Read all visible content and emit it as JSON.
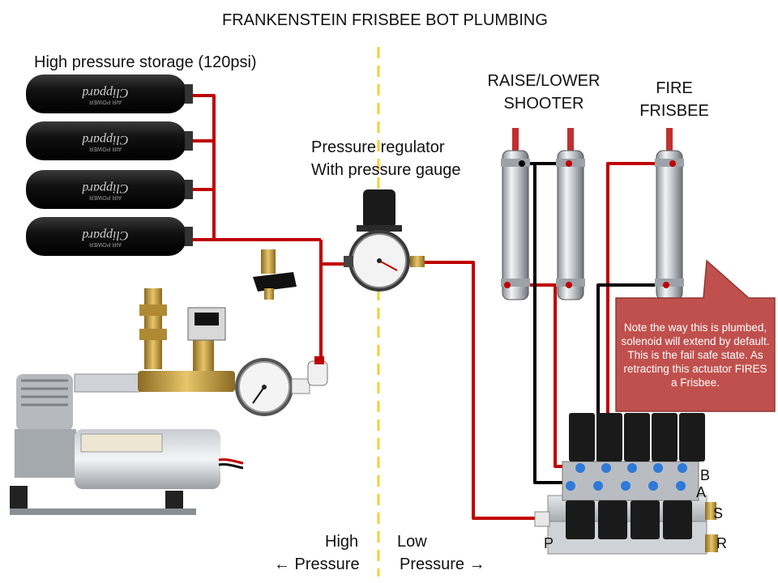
{
  "title": "FRANKENSTEIN FRISBEE BOT PLUMBING",
  "labels": {
    "storage": "High pressure storage (120psi)",
    "regulator_line1": "Pressure regulator",
    "regulator_line2": "With pressure gauge",
    "raise_line1": "RAISE/LOWER",
    "raise_line2": "SHOOTER",
    "fire_line1": "FIRE",
    "fire_line2": "FRISBEE",
    "high_line1": "High",
    "high_line2": "← Pressure",
    "low_line1": "Low",
    "low_line2": "Pressure →"
  },
  "note": "Note the way this is plumbed, solenoid will extend by default. This is the fail safe state. As retracting this actuator FIRES a Frisbee.",
  "ports": {
    "b": "B",
    "a": "A",
    "s": "S",
    "p": "P",
    "r": "R"
  },
  "tank_brand": "Clippard",
  "tank_sub": "AIR POWER",
  "colors": {
    "hose_red": "#c00000",
    "hose_black": "#000000",
    "divider": "#f5d033",
    "note_fill": "#c0504d",
    "note_border": "#8c3836",
    "tank": "#1b1b1b",
    "brass": "#c9a24a"
  }
}
